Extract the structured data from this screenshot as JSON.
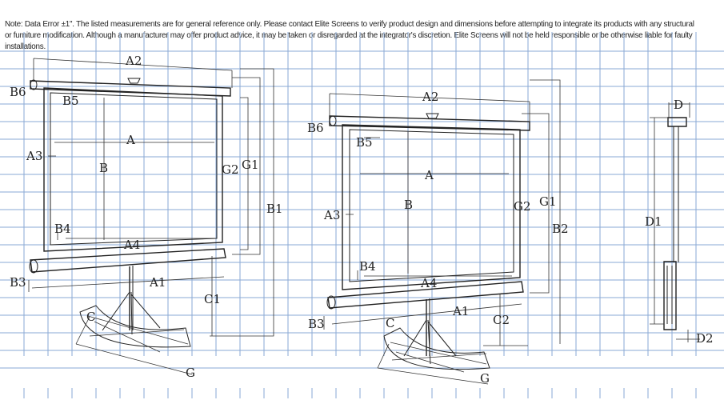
{
  "note": "Note: Data Error ±1\". The listed measurements are for general reference only. Please contact Elite Screens to verify product design and dimensions before attempting to integrate its products with any structural or furniture modification. Although a manufacturer may offer product advice, it may be taken or disregarded at the integrator's discretion. Elite Screens will not be held responsible or be otherwise liable for faulty installations.",
  "left_view": {
    "labels": {
      "A2": "A2",
      "B6": "B6",
      "B5": "B5",
      "A": "A",
      "A3": "A3",
      "B": "B",
      "G2": "G2",
      "G1": "G1",
      "B1": "B1",
      "B4": "B4",
      "A4": "A4",
      "B3": "B3",
      "A1": "A1",
      "C1": "C1",
      "C": "C",
      "G": "G"
    }
  },
  "middle_view": {
    "labels": {
      "A2": "A2",
      "B6": "B6",
      "B5": "B5",
      "A": "A",
      "A3": "A3",
      "B": "B",
      "G2": "G2",
      "G1": "G1",
      "B2": "B2",
      "B4": "B4",
      "A4": "A4",
      "A1": "A1",
      "B3": "B3",
      "C": "C",
      "C2": "C2",
      "G": "G"
    }
  },
  "side_view": {
    "labels": {
      "D": "D",
      "D1": "D1",
      "D2": "D2"
    }
  }
}
